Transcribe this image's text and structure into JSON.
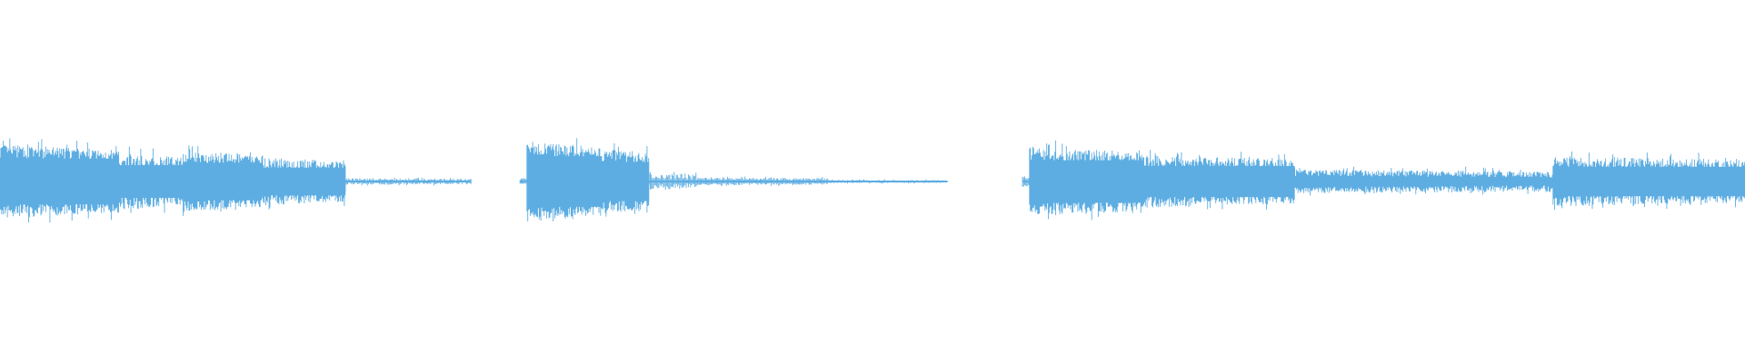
{
  "waveform": {
    "color": "#5dade2",
    "background": "#ffffff",
    "segments": [
      {
        "start": 0.0,
        "end": 0.068,
        "level": 0.56,
        "variation": 0.12,
        "dense": true
      },
      {
        "start": 0.068,
        "end": 0.105,
        "level": 0.4,
        "variation": 0.12,
        "dense": true
      },
      {
        "start": 0.105,
        "end": 0.15,
        "level": 0.46,
        "variation": 0.1,
        "dense": true
      },
      {
        "start": 0.15,
        "end": 0.198,
        "level": 0.34,
        "variation": 0.1,
        "dense": true
      },
      {
        "start": 0.198,
        "end": 0.27,
        "level": 0.04,
        "variation": 0.02,
        "dense": false
      },
      {
        "start": 0.298,
        "end": 0.302,
        "level": 0.05,
        "variation": 0.02,
        "dense": false
      },
      {
        "start": 0.302,
        "end": 0.345,
        "level": 0.62,
        "variation": 0.12,
        "dense": true
      },
      {
        "start": 0.345,
        "end": 0.372,
        "level": 0.48,
        "variation": 0.12,
        "dense": true
      },
      {
        "start": 0.372,
        "end": 0.4,
        "level": 0.1,
        "variation": 0.05,
        "dense": false
      },
      {
        "start": 0.4,
        "end": 0.475,
        "level": 0.05,
        "variation": 0.02,
        "dense": false
      },
      {
        "start": 0.475,
        "end": 0.543,
        "level": 0.02,
        "variation": 0.01,
        "dense": false
      },
      {
        "start": 0.586,
        "end": 0.59,
        "level": 0.08,
        "variation": 0.02,
        "dense": false
      },
      {
        "start": 0.59,
        "end": 0.655,
        "level": 0.52,
        "variation": 0.12,
        "dense": true
      },
      {
        "start": 0.655,
        "end": 0.742,
        "level": 0.38,
        "variation": 0.1,
        "dense": true
      },
      {
        "start": 0.742,
        "end": 0.89,
        "level": 0.16,
        "variation": 0.06,
        "dense": true
      },
      {
        "start": 0.89,
        "end": 1.0,
        "level": 0.36,
        "variation": 0.1,
        "dense": true
      }
    ]
  }
}
